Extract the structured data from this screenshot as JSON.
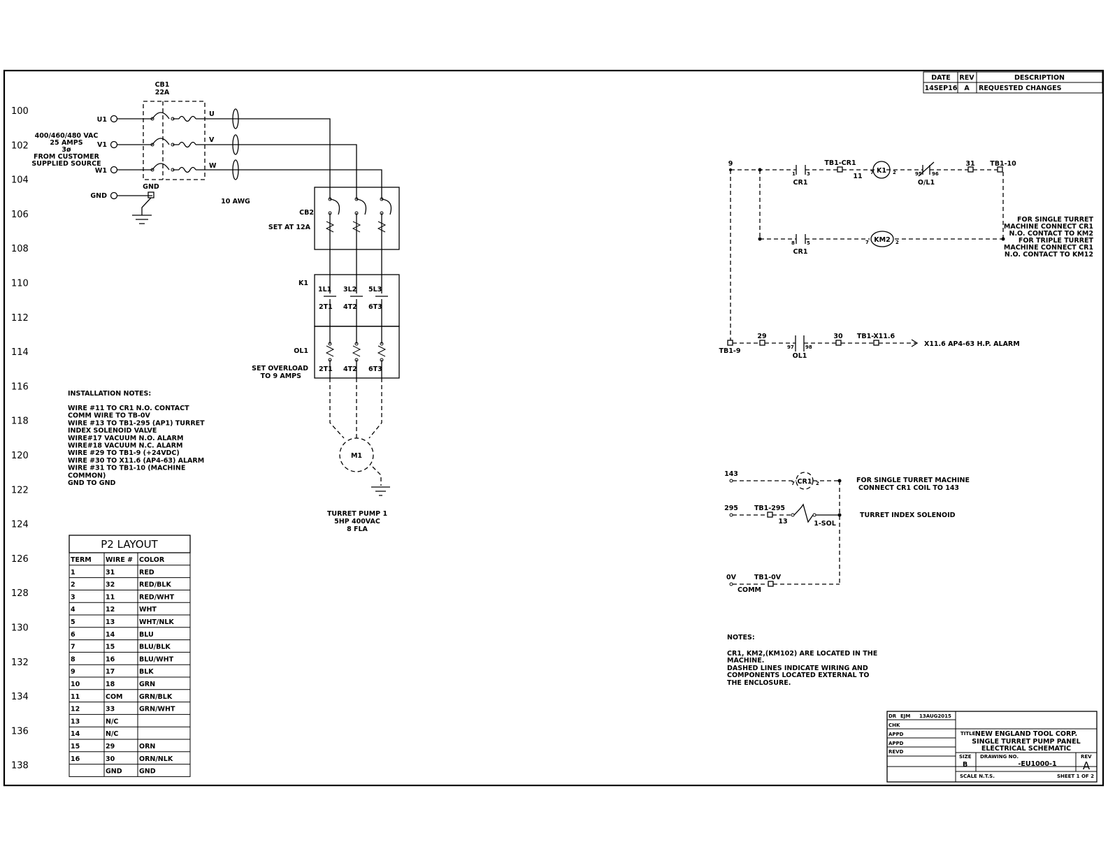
{
  "row_numbers": [
    "100",
    "102",
    "104",
    "106",
    "108",
    "110",
    "112",
    "114",
    "116",
    "118",
    "120",
    "122",
    "124",
    "126",
    "128",
    "130",
    "132",
    "134",
    "136",
    "138"
  ],
  "revision_block": {
    "headers": [
      "DATE",
      "REV",
      "DESCRIPTION"
    ],
    "rows": [
      [
        "14SEP16",
        "A",
        "REQUESTED CHANGES"
      ]
    ]
  },
  "power": {
    "cb1": "CB1",
    "cb1_rating": "22A",
    "supply_lines": [
      "400/460/480 VAC",
      "25 AMPS",
      "3ø",
      "FROM CUSTOMER",
      "SUPPLIED SOURCE"
    ],
    "terminals": [
      "U1",
      "V1",
      "W1",
      "GND"
    ],
    "phase_labels": [
      "U",
      "V",
      "W"
    ],
    "gnd_label": "GND",
    "wire_gauge": "10 AWG",
    "cb2": "CB2",
    "cb2_setting": "SET AT 12A",
    "k1": "K1",
    "k1_top": [
      "1L1",
      "3L2",
      "5L3"
    ],
    "k1_bottom": [
      "2T1",
      "4T2",
      "6T3"
    ],
    "ol1": "OL1",
    "ol1_bottom": [
      "2T1",
      "4T2",
      "6T3"
    ],
    "overload_lines": [
      "SET OVERLOAD",
      "TO 9 AMPS"
    ],
    "motor": "M1",
    "motor_desc": [
      "TURRET PUMP 1",
      "5HP 400VAC",
      "8 FLA"
    ]
  },
  "install_notes": {
    "title": "INSTALLATION NOTES:",
    "lines": [
      "WIRE #11 TO CR1 N.O. CONTACT",
      "COMM WIRE TO TB-0V",
      "WIRE #13 TO TB1-295 (AP1) TURRET",
      "INDEX SOLENOID VALVE",
      "WIRE#17 VACUUM N.O. ALARM",
      "WIRE#18 VACUUM N.C. ALARM",
      "WIRE #29 TO TB1-9 (+24VDC)",
      "WIRE #30 TO X11.6 (AP4-63) ALARM",
      "WIRE #31 TO TB1-10 (MACHINE",
      "COMMON)",
      "GND TO GND"
    ]
  },
  "p2_layout": {
    "title": "P2 LAYOUT",
    "headers": [
      "TERM",
      "WIRE #",
      "COLOR"
    ],
    "rows": [
      [
        "1",
        "31",
        "RED"
      ],
      [
        "2",
        "32",
        "RED/BLK"
      ],
      [
        "3",
        "11",
        "RED/WHT"
      ],
      [
        "4",
        "12",
        "WHT"
      ],
      [
        "5",
        "13",
        "WHT/NLK"
      ],
      [
        "6",
        "14",
        "BLU"
      ],
      [
        "7",
        "15",
        "BLU/BLK"
      ],
      [
        "8",
        "16",
        "BLU/WHT"
      ],
      [
        "9",
        "17",
        "BLK"
      ],
      [
        "10",
        "18",
        "GRN"
      ],
      [
        "11",
        "COM",
        "GRN/BLK"
      ],
      [
        "12",
        "33",
        "GRN/WHT"
      ],
      [
        "13",
        "N/C",
        ""
      ],
      [
        "14",
        "N/C",
        ""
      ],
      [
        "15",
        "29",
        "ORN"
      ],
      [
        "16",
        "30",
        "ORN/NLK"
      ],
      [
        "",
        "GND",
        "GND"
      ]
    ]
  },
  "control": {
    "n9": "9",
    "cr1": "CR1",
    "c1": "1",
    "c3": "3",
    "c5": "5",
    "c8": "8",
    "tb1_cr1": "TB1-CR1",
    "n11": "11",
    "n7": "7",
    "k1": "K1",
    "n2": "2",
    "n95": "95",
    "n96": "96",
    "o_l1": "O/L1",
    "n31": "31",
    "tb1_10": "TB1-10",
    "km2": "KM2",
    "note_right": [
      "FOR SINGLE TURRET",
      "MACHINE CONNECT CR1",
      "N.O. CONTACT TO KM2",
      "FOR TRIPLE TURRET",
      "MACHINE CONNECT CR1",
      "N.O. CONTACT TO KM12"
    ],
    "tb1_9": "TB1-9",
    "n29": "29",
    "n97": "97",
    "n98": "98",
    "ol1": "OL1",
    "n30": "30",
    "tb1_x116": "TB1-X11.6",
    "alarm": "X11.6 AP4-63 H.P. ALARM",
    "n143": "143",
    "single_turret_note": [
      "FOR SINGLE TURRET MACHINE",
      "CONNECT CR1 COIL TO 143"
    ],
    "n295": "295",
    "tb1_295": "TB1-295",
    "n13": "13",
    "sol": "1-SOL",
    "solenoid_label": "TURRET INDEX SOLENOID",
    "n0v": "0V",
    "tb1_0v": "TB1-0V",
    "comm": "COMM"
  },
  "notes": {
    "title": "NOTES:",
    "lines": [
      "CR1, KM2,(KM102) ARE LOCATED IN THE",
      "MACHINE.",
      "DASHED LINES INDICATE WIRING AND",
      "COMPONENTS LOCATED EXTERNAL TO",
      "THE ENCLOSURE."
    ]
  },
  "title_block": {
    "dr": "DR",
    "dr_name": "EJM",
    "dr_date": "13AUG2015",
    "chk": "CHK",
    "appd1": "APPD",
    "appd2": "APPD",
    "revd": "REVD",
    "title_label": "TITLE",
    "title_lines": [
      "NEW ENGLAND TOOL CORP.",
      "SINGLE TURRET PUMP PANEL",
      "ELECTRICAL SCHEMATIC"
    ],
    "size_label": "SIZE",
    "size": "B",
    "drawing_no_label": "DRAWING NO.",
    "drawing_no": "-EU1000-1",
    "rev_label": "REV",
    "rev": "A",
    "scale": "SCALE N.T.S.",
    "sheet": "SHEET 1 OF 2"
  }
}
